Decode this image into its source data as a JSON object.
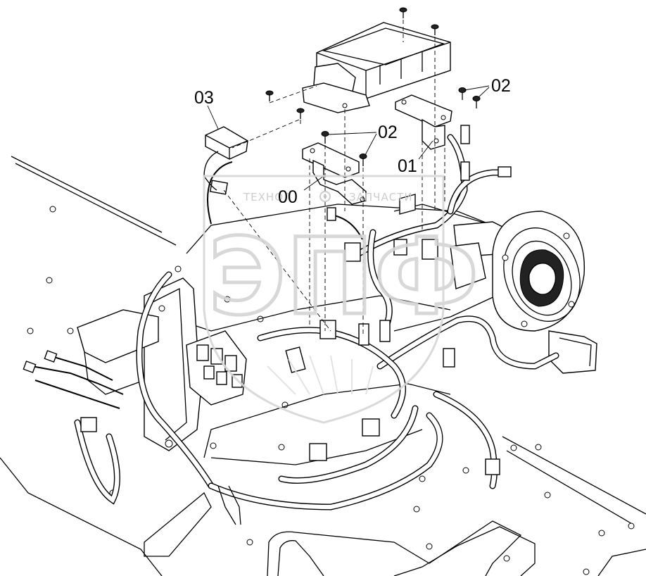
{
  "callouts": [
    {
      "id": "00",
      "label": "00"
    },
    {
      "id": "01",
      "label": "01"
    },
    {
      "id": "02a",
      "label": "02"
    },
    {
      "id": "02b",
      "label": "02"
    },
    {
      "id": "03",
      "label": "03"
    }
  ],
  "watermark": {
    "left_text": "ТЕХНОЛ",
    "right_text": "ЗАПЧАСТИ",
    "logo_letters": "ЭПФ"
  },
  "colors": {
    "line": "#000000",
    "background": "#ffffff",
    "watermark": "#d0d0d0"
  }
}
